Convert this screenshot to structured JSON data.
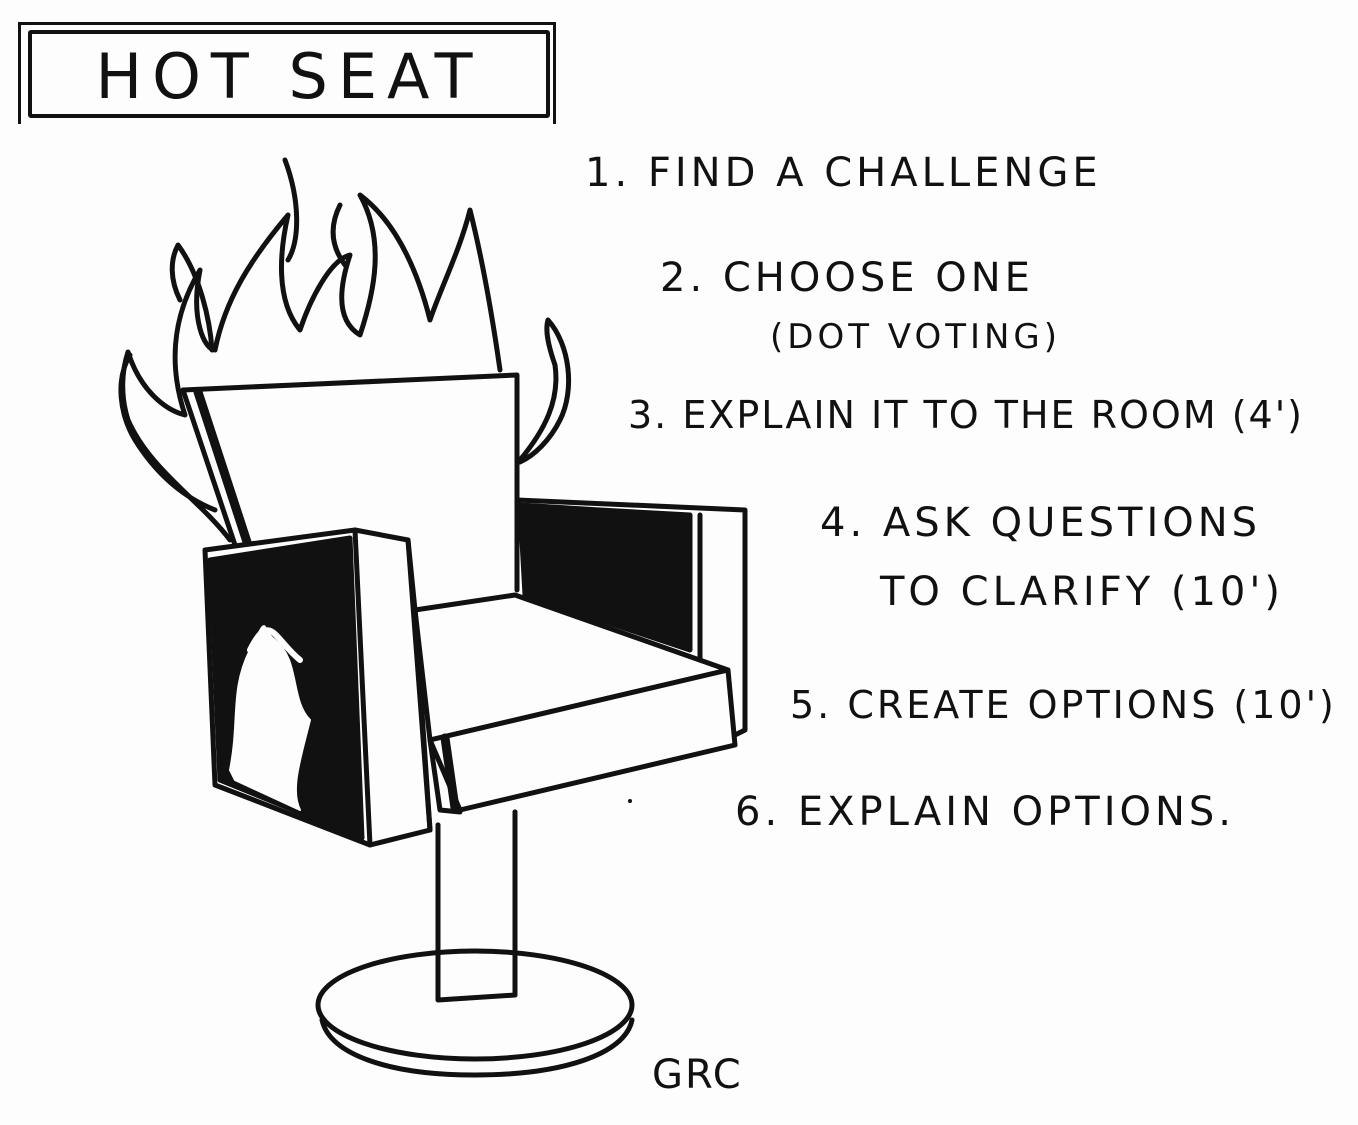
{
  "title": "HOT SEAT",
  "steps": [
    {
      "text": "1. FIND A CHALLENGE"
    },
    {
      "text": "2. CHOOSE ONE"
    },
    {
      "text": "(DOT VOTING)"
    },
    {
      "text": "3. EXPLAIN IT TO THE ROOM (4')"
    },
    {
      "text": "4. ASK QUESTIONS"
    },
    {
      "text": "TO CLARIFY (10')"
    },
    {
      "text": "5. CREATE OPTIONS (10')"
    },
    {
      "text": "6. EXPLAIN OPTIONS."
    }
  ],
  "signature": "GRC",
  "colors": {
    "ink": "#111111",
    "paper": "#fdfdfd"
  },
  "illustration": {
    "subject": "swivel chair on fire",
    "icon": "flaming-chair-icon"
  }
}
